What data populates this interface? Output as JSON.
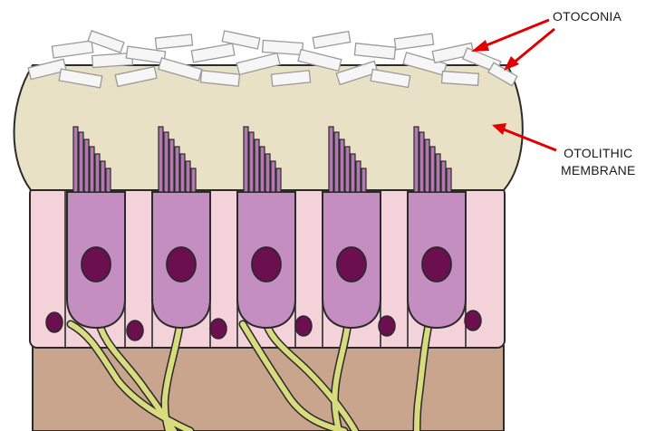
{
  "labels": {
    "otoconia": "OTOCONIA",
    "otolithic_membrane_line1": "OTOLITHIC",
    "otolithic_membrane_line2": "MEMBRANE"
  },
  "colors": {
    "otoconia_face": "#f6f6f6",
    "otoconia_edge": "#9a9a9a",
    "membrane_fill": "#e8e1c6",
    "supporting_cell_fill": "#f4d2d9",
    "hair_cell_fill": "#c48ec0",
    "nucleus_fill": "#6b0f4e",
    "nerve_fiber_fill": "#d8dc7e",
    "basement_fill": "#c8a58c",
    "arrow": "#e00000",
    "outline": "#2a2a2a"
  }
}
